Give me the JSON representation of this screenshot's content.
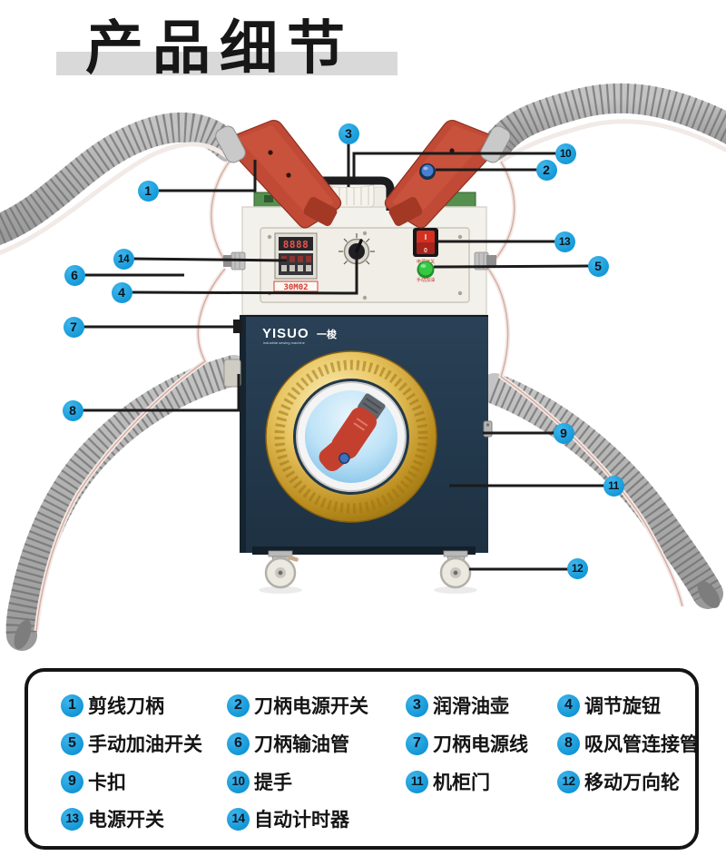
{
  "title": "产品细节",
  "brand": {
    "logo_text": "YISUO",
    "logo_suffix": "一梭",
    "logo_subtext": "industrial sewing machine"
  },
  "panel": {
    "timer_display": "8888",
    "timer_tag": "30M02",
    "switch_on": "I",
    "switch_off": "0",
    "switch_label": "电源开关",
    "oil_button_label": "手动加油"
  },
  "colors": {
    "callout_blue": "#1399d8",
    "cabinet_navy": "#223849",
    "emblem_gold": "#d4a73c",
    "handle_red": "#c04a35"
  },
  "callouts": [
    {
      "num": "1",
      "label": "剪线刀柄"
    },
    {
      "num": "2",
      "label": "刀柄电源开关"
    },
    {
      "num": "3",
      "label": "润滑油壶"
    },
    {
      "num": "4",
      "label": "调节旋钮"
    },
    {
      "num": "5",
      "label": "手动加油开关"
    },
    {
      "num": "6",
      "label": "刀柄输油管"
    },
    {
      "num": "7",
      "label": "刀柄电源线"
    },
    {
      "num": "8",
      "label": "吸风管连接管"
    },
    {
      "num": "9",
      "label": "卡扣"
    },
    {
      "num": "10",
      "label": "提手"
    },
    {
      "num": "11",
      "label": "机柜门"
    },
    {
      "num": "12",
      "label": "移动万向轮"
    },
    {
      "num": "13",
      "label": "电源开关"
    },
    {
      "num": "14",
      "label": "自动计时器"
    }
  ]
}
